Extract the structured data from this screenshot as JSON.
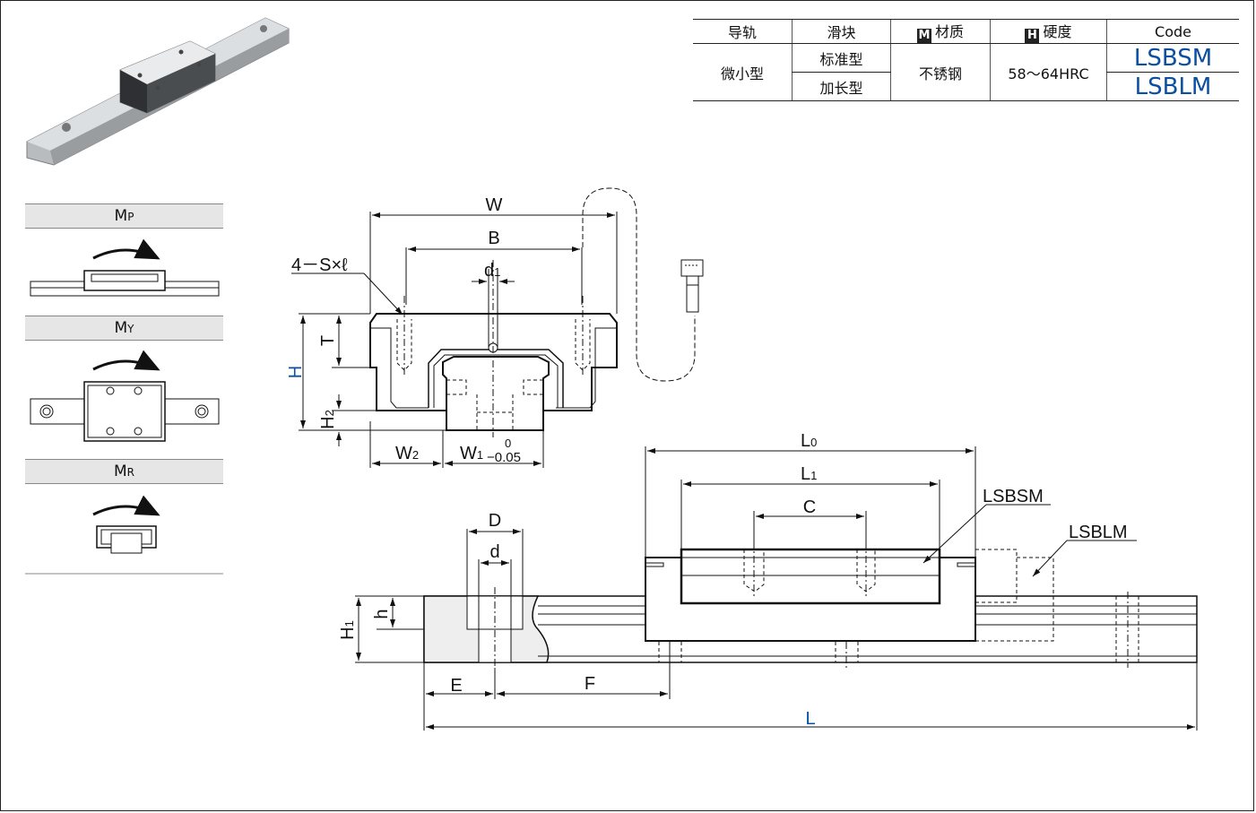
{
  "table": {
    "headers": {
      "rail": "导轨",
      "block": "滑块",
      "material_icon": "M",
      "material": "材质",
      "hardness_icon": "H",
      "hardness": "硬度",
      "code": "Code"
    },
    "row": {
      "type": "微小型",
      "block_standard": "标准型",
      "block_long": "加长型",
      "material": "不锈钢",
      "hardness": "58～64HRC",
      "code_standard": "LSBSM",
      "code_long": "LSBLM"
    }
  },
  "moments": [
    {
      "main": "M",
      "sub": "P"
    },
    {
      "main": "M",
      "sub": "Y"
    },
    {
      "main": "M",
      "sub": "R"
    }
  ],
  "dims": {
    "W": "W",
    "B": "B",
    "d1_main": "d",
    "d1_sub": "1",
    "screw": "4－S×ℓ",
    "T": "T",
    "H": "H",
    "H2_main": "H",
    "H2_sub": "2",
    "W2_main": "W",
    "W2_sub": "2",
    "W1_main": "W",
    "W1_sub": "1",
    "W1_tol_upper": "0",
    "W1_tol_lower": "−0.05",
    "L0_main": "L",
    "L0_sub": "0",
    "L1_main": "L",
    "L1_sub": "1",
    "C": "C",
    "D": "D",
    "d": "d",
    "h": "h",
    "H1_main": "H",
    "H1_sub": "1",
    "E": "E",
    "F": "F",
    "L": "L",
    "label_std": "LSBSM",
    "label_long": "LSBLM"
  },
  "colors": {
    "accent_blue": "#0a4fa0",
    "line": "#111111",
    "bar_gray": "#e6e6e6",
    "rail_fill": "#eeeeee"
  }
}
